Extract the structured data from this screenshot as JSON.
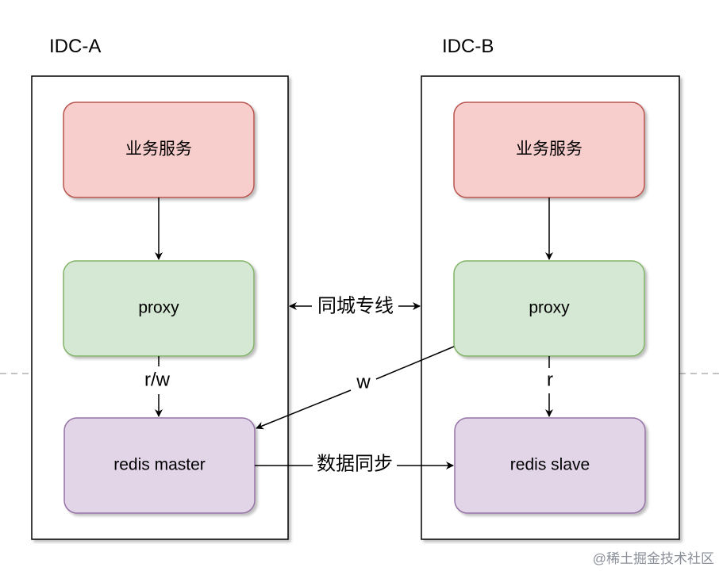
{
  "zones": {
    "left": {
      "title": "IDC-A"
    },
    "right": {
      "title": "IDC-B"
    }
  },
  "nodes": {
    "a_service": {
      "label": "业务服务"
    },
    "a_proxy": {
      "label": "proxy"
    },
    "a_redis": {
      "label": "redis master"
    },
    "b_service": {
      "label": "业务服务"
    },
    "b_proxy": {
      "label": "proxy"
    },
    "b_redis": {
      "label": "redis slave"
    }
  },
  "edges": {
    "dedicated_line": {
      "label": "同城专线"
    },
    "a_rw": {
      "label": "r/w"
    },
    "b_w": {
      "label": "w"
    },
    "b_r": {
      "label": "r"
    },
    "data_sync": {
      "label": "数据同步"
    }
  },
  "watermark": "@稀土掘金技术社区",
  "colors": {
    "service_fill": "#f8cecc",
    "service_stroke": "#b85450",
    "proxy_fill": "#d5e8d4",
    "proxy_stroke": "#82b366",
    "redis_fill": "#e1d5e7",
    "redis_stroke": "#9673a6"
  }
}
